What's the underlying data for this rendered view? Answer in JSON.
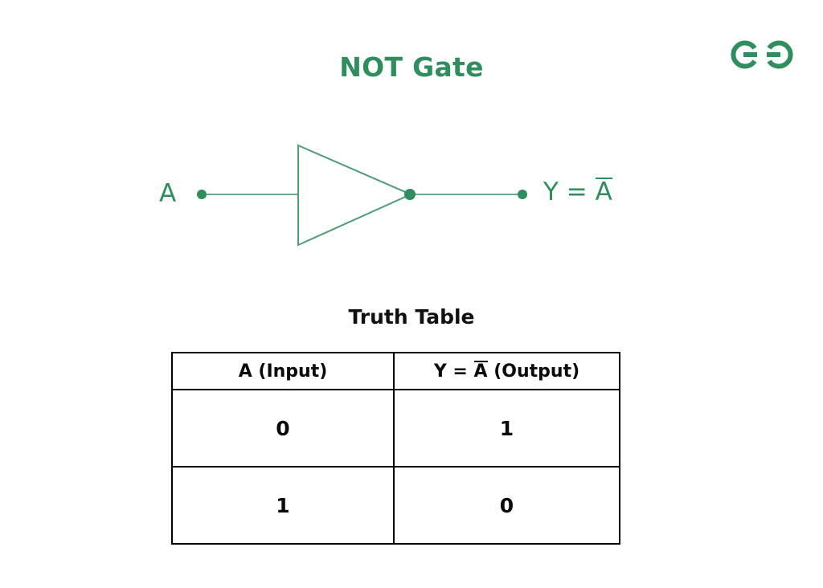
{
  "page": {
    "background": "#ffffff",
    "accent_green": "#2f8d5e",
    "wire_green": "#6aad8c",
    "table_border": "#000000",
    "heading_color": "#101010"
  },
  "brand": {
    "logo_name": "geeksforgeeks-logo",
    "logo_color": "#2f8d5e"
  },
  "title": "NOT Gate",
  "diagram": {
    "name": "not-gate-schematic",
    "input_label": "A",
    "output_label_prefix": "Y = ",
    "output_label_var": "A",
    "input_node_name": "input-node-a",
    "output_node_name": "output-node-y",
    "gate_shape": "triangle",
    "stroke_color": "#4f9e78"
  },
  "truth_table": {
    "heading": "Truth Table",
    "columns": [
      "A (Input)",
      "Y = A (Output)"
    ],
    "header_left": "A (Input)",
    "header_right_prefix": "Y = ",
    "header_right_var": "A",
    "header_right_suffix": " (Output)",
    "rows": [
      {
        "input": "0",
        "output": "1"
      },
      {
        "input": "1",
        "output": "0"
      }
    ]
  },
  "chart_data": {
    "type": "table",
    "title": "Truth Table",
    "categories": [
      "A (Input)",
      "Y = Ā (Output)"
    ],
    "values": [
      [
        "0",
        "1"
      ],
      [
        "1",
        "0"
      ]
    ]
  }
}
